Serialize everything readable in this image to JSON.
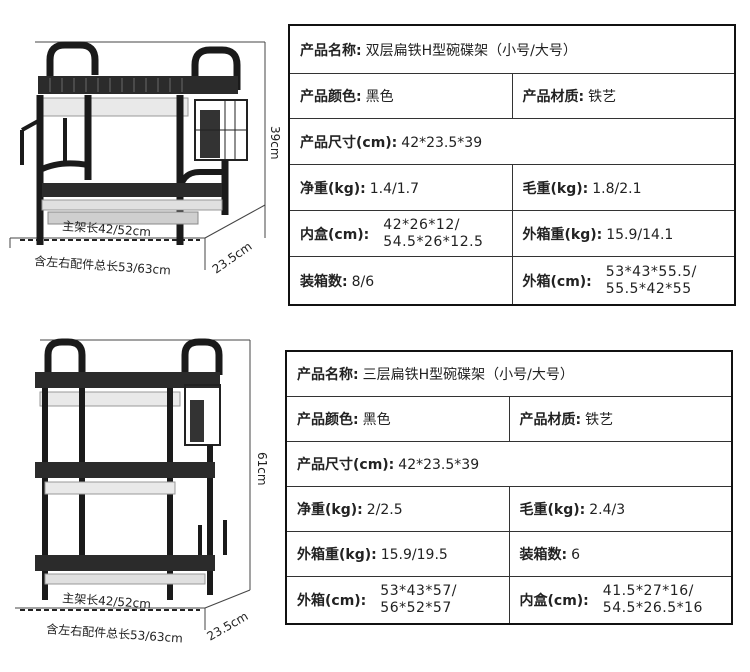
{
  "products": [
    {
      "dimensions": {
        "height": "39cm",
        "depth": "23.5cm",
        "main_frame_length": "主架长42/52cm",
        "total_length_with_parts": "含左右配件总长53/63cm"
      },
      "specs": {
        "name_label": "产品名称:",
        "name_value": "双层扁铁H型碗碟架（小号/大号）",
        "color_label": "产品颜色:",
        "color_value": "黑色",
        "material_label": "产品材质:",
        "material_value": "铁艺",
        "size_label": "产品尺寸(cm):",
        "size_value": "42*23.5*39",
        "net_weight_label": "净重(kg):",
        "net_weight_value": "1.4/1.7",
        "gross_weight_label": "毛重(kg):",
        "gross_weight_value": "1.8/2.1",
        "inner_box_label": "内盒(cm):",
        "inner_box_line1": "42*26*12/",
        "inner_box_line2": "54.5*26*12.5",
        "carton_weight_label": "外箱重(kg):",
        "carton_weight_value": "15.9/14.1",
        "pack_qty_label": "装箱数:",
        "pack_qty_value": "8/6",
        "carton_label": "外箱(cm):",
        "carton_line1": "53*43*55.5/",
        "carton_line2": "55.5*42*55"
      }
    },
    {
      "dimensions": {
        "height": "61cm",
        "depth": "23.5cm",
        "main_frame_length": "主架长42/52cm",
        "total_length_with_parts": "含左右配件总长53/63cm"
      },
      "specs": {
        "name_label": "产品名称:",
        "name_value": "三层扁铁H型碗碟架（小号/大号）",
        "color_label": "产品颜色:",
        "color_value": "黑色",
        "material_label": "产品材质:",
        "material_value": "铁艺",
        "size_label": "产品尺寸(cm):",
        "size_value": "42*23.5*39",
        "net_weight_label": "净重(kg):",
        "net_weight_value": "2/2.5",
        "gross_weight_label": "毛重(kg):",
        "gross_weight_value": "2.4/3",
        "carton_weight_label": "外箱重(kg):",
        "carton_weight_value": "15.9/19.5",
        "pack_qty_label": "装箱数:",
        "pack_qty_value": "6",
        "carton_label": "外箱(cm):",
        "carton_line1": "53*43*57/",
        "carton_line2": "56*52*57",
        "inner_box_label": "内盒(cm):",
        "inner_box_line1": "41.5*27*16/",
        "inner_box_line2": "54.5*26.5*16"
      }
    }
  ]
}
